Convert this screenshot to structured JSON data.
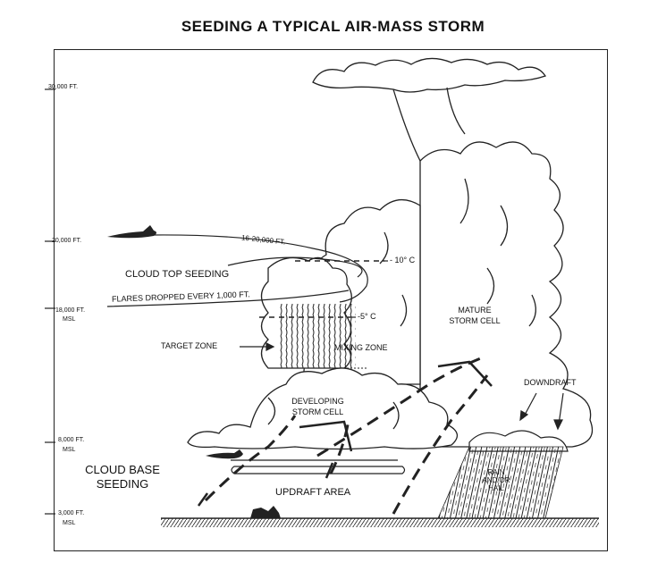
{
  "title": "SEEDING A TYPICAL AIR-MASS STORM",
  "altitudes": {
    "a30000": "30,000 FT.",
    "a20000": "20,000 FT.",
    "a18000": "18,000 FT.",
    "a18000_msl": "MSL",
    "a8000": "8,000 FT.",
    "a8000_msl": "MSL",
    "a3000": "3,000 FT.",
    "a3000_msl": "MSL"
  },
  "labels": {
    "altitude_16_20": "16-20,000 FT.",
    "cloud_top_seeding": "CLOUD TOP SEEDING",
    "flares": "FLARES DROPPED EVERY 1,000 FT.",
    "minus10": "- 10° C",
    "minus5": "-5° C",
    "target_zone": "TARGET ZONE",
    "mixing_zone": "MIXING ZONE",
    "mature_storm_cell_1": "MATURE",
    "mature_storm_cell_2": "STORM CELL",
    "downdraft": "DOWNDRAFT",
    "developing_1": "DEVELOPING",
    "developing_2": "STORM CELL",
    "cloud_base_seeding_1": "CLOUD BASE",
    "cloud_base_seeding_2": "SEEDING",
    "updraft_area": "UPDRAFT AREA",
    "rain_1": "RAIN",
    "rain_2": "AND/OR",
    "rain_3": "HAIL"
  }
}
